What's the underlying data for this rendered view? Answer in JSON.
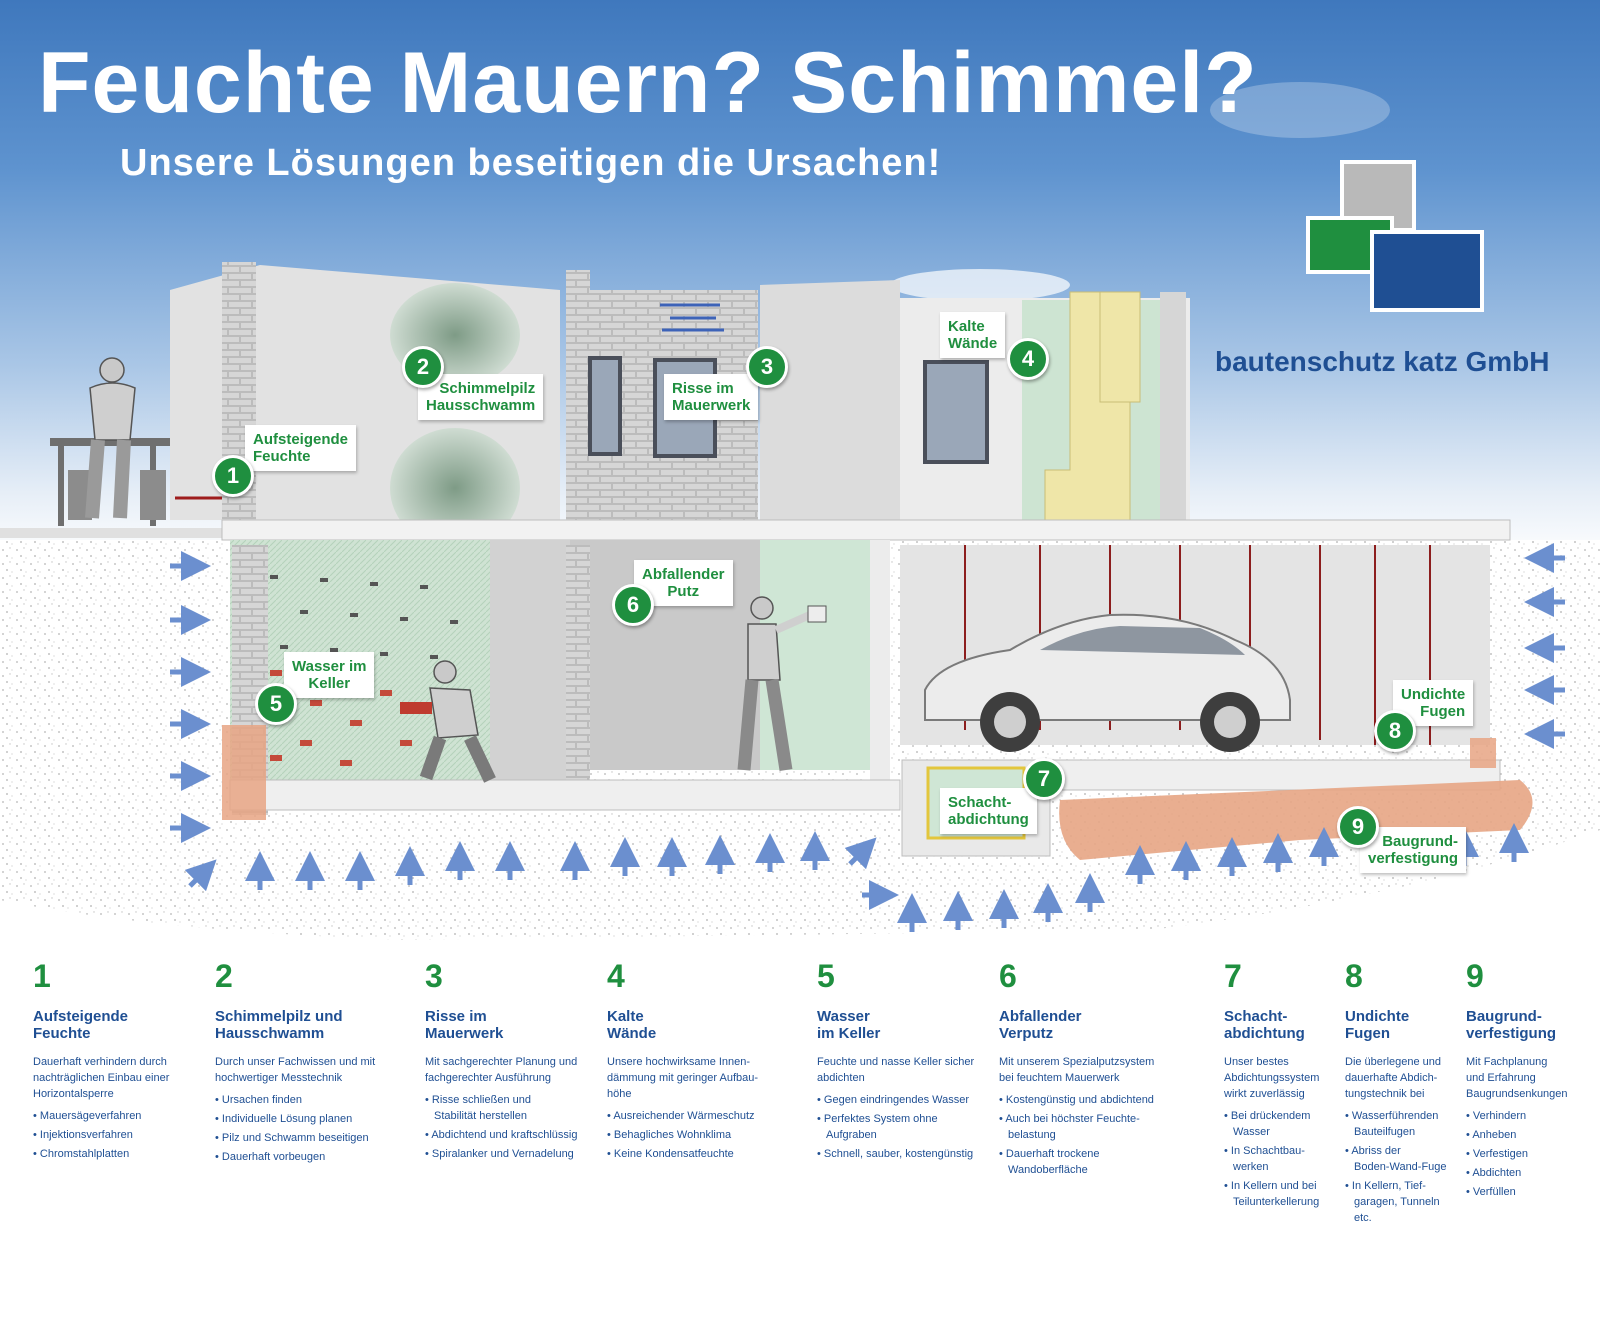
{
  "title": "Feuchte Mauern? Schimmel?",
  "subtitle": "Unsere Lösungen beseitigen die Ursachen!",
  "brand": {
    "company": "bautenschutz katz GmbH",
    "colors": {
      "grey": "#b9b9b9",
      "green": "#1f8f3f",
      "blue": "#1f4f93"
    }
  },
  "colors": {
    "accent_green": "#1f8f3f",
    "text_blue": "#1f4f93"
  },
  "callouts": [
    {
      "num": "1",
      "label": "Aufsteigende\nFeuchte"
    },
    {
      "num": "2",
      "label": "Schimmelpilz\nHausschwamm"
    },
    {
      "num": "3",
      "label": "Risse im\nMauerwerk"
    },
    {
      "num": "4",
      "label": "Kalte\nWände"
    },
    {
      "num": "5",
      "label": "Wasser im\nKeller"
    },
    {
      "num": "6",
      "label": "Abfallender\nPutz"
    },
    {
      "num": "7",
      "label": "Schacht-\nabdichtung"
    },
    {
      "num": "8",
      "label": "Undichte\nFugen"
    },
    {
      "num": "9",
      "label": "Baugrund-\nverfestigung"
    }
  ],
  "columns": [
    {
      "num": "1",
      "heading": "Aufsteigende\nFeuchte",
      "desc": "Dauerhaft verhindern durch\nnachträglichen Einbau einer\nHorizontalsperre",
      "bullets": [
        "Mauersägeverfahren",
        "Injektionsverfahren",
        "Chromstahlplatten"
      ]
    },
    {
      "num": "2",
      "heading": "Schimmelpilz und\nHausschwamm",
      "desc": "Durch unser Fachwissen und mit\nhochwertiger Messtechnik",
      "bullets": [
        "Ursachen finden",
        "Individuelle Lösung planen",
        "Pilz und Schwamm beseitigen",
        "Dauerhaft vorbeugen"
      ]
    },
    {
      "num": "3",
      "heading": "Risse im\nMauerwerk",
      "desc": "Mit sachgerechter Planung und\nfachgerechter Ausführung",
      "bullets": [
        "Risse schließen und\nStabilität herstellen",
        "Abdichtend und kraftschlüssig",
        "Spiralanker und Vernadelung"
      ]
    },
    {
      "num": "4",
      "heading": "Kalte\nWände",
      "desc": "Unsere hochwirksame Innen-\ndämmung mit geringer Aufbau-\nhöhe",
      "bullets": [
        "Ausreichender Wärmeschutz",
        "Behagliches Wohnklima",
        "Keine Kondensatfeuchte"
      ]
    },
    {
      "num": "5",
      "heading": "Wasser\nim Keller",
      "desc": "Feuchte und nasse Keller sicher\nabdichten",
      "bullets": [
        "Gegen eindringendes Wasser",
        "Perfektes System ohne\nAufgraben",
        "Schnell, sauber, kostengünstig"
      ]
    },
    {
      "num": "6",
      "heading": "Abfallender\nVerputz",
      "desc": "Mit unserem Spezialputzsystem\nbei feuchtem Mauerwerk",
      "bullets": [
        "Kostengünstig und abdichtend",
        "Auch bei höchster Feuchte-\nbelastung",
        "Dauerhaft trockene\nWandoberfläche"
      ]
    },
    {
      "num": "7",
      "heading": "Schacht-\nabdichtung",
      "desc": "Unser bestes\nAbdichtungssystem\nwirkt zuverlässig",
      "bullets": [
        "Bei drückendem\nWasser",
        "In Schachtbau-\nwerken",
        "In Kellern und bei\nTeilunterkellerung"
      ]
    },
    {
      "num": "8",
      "heading": "Undichte\nFugen",
      "desc": "Die überlegene und\ndauerhafte Abdich-\ntungstechnik bei",
      "bullets": [
        "Wasserführenden\nBauteilfugen",
        "Abriss der\nBoden-Wand-Fuge",
        "In Kellern, Tief-\ngaragen, Tunneln\netc."
      ]
    },
    {
      "num": "9",
      "heading": "Baugrund-\nverfestigung",
      "desc": "Mit Fachplanung\nund Erfahrung\nBaugrundsenkungen",
      "bullets": [
        "Verhindern",
        "Anheben",
        "Verfestigen",
        "Abdichten",
        "Verfüllen"
      ]
    }
  ]
}
